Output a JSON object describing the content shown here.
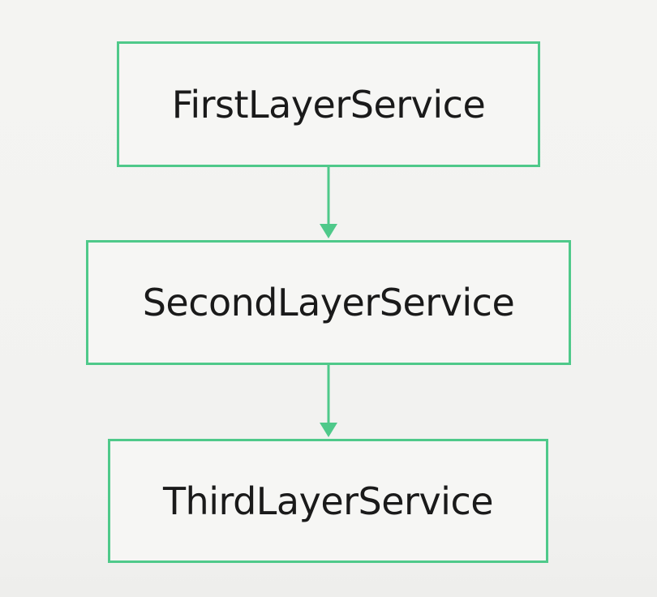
{
  "colors": {
    "border": "#4fc98a",
    "arrow": "#4fc98a",
    "text": "#1a1a1a",
    "background": "#f4f4f2"
  },
  "nodes": [
    {
      "id": "first",
      "label": "FirstLayerService"
    },
    {
      "id": "second",
      "label": "SecondLayerService"
    },
    {
      "id": "third",
      "label": "ThirdLayerService"
    }
  ],
  "edges": [
    {
      "from": "first",
      "to": "second"
    },
    {
      "from": "second",
      "to": "third"
    }
  ]
}
